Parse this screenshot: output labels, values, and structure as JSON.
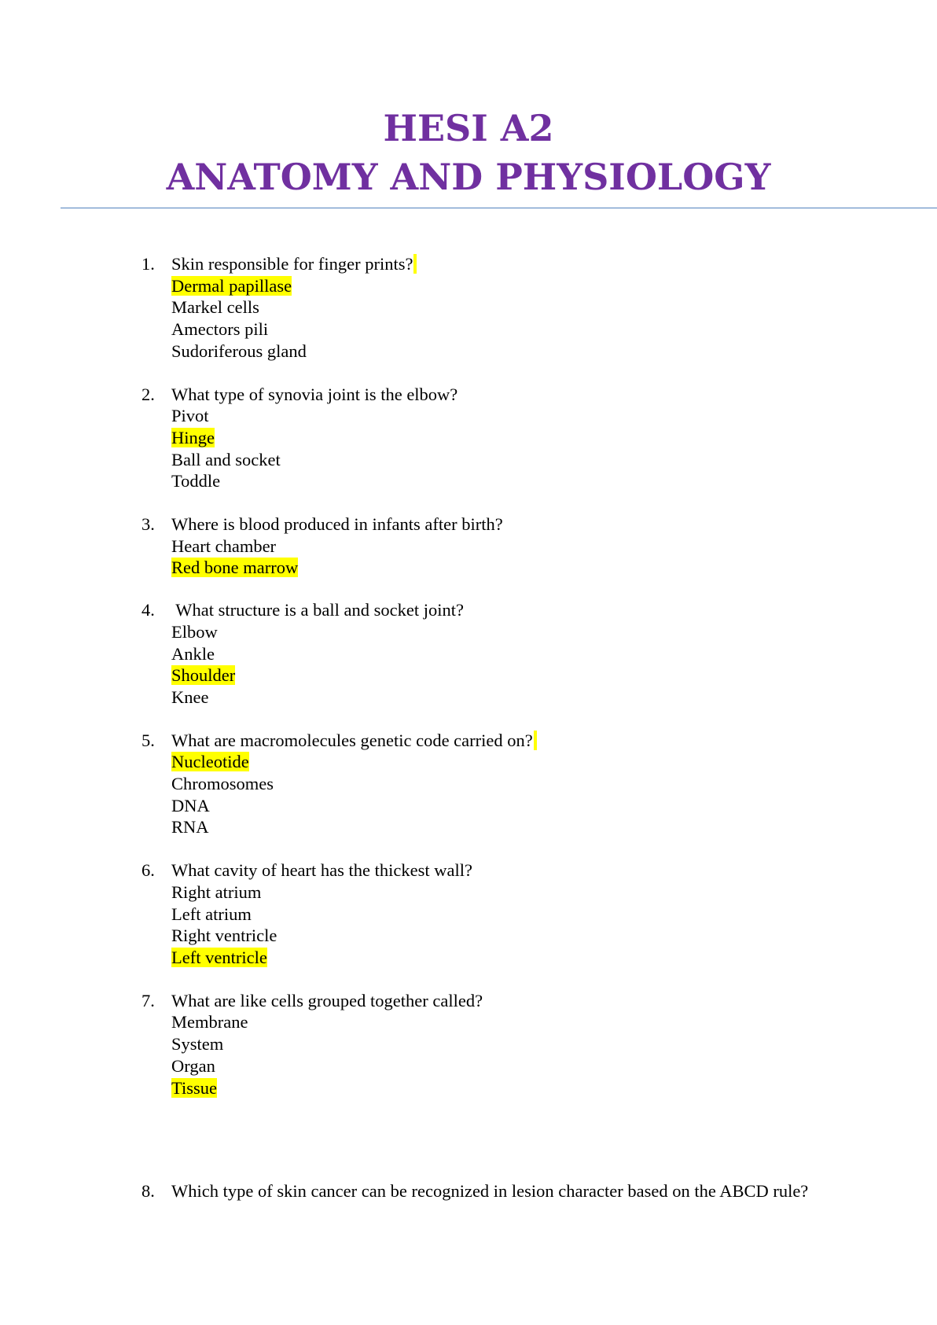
{
  "document": {
    "title_line1": "HESI A2",
    "title_line2": "ANATOMY AND PHYSIOLOGY",
    "accent_color": "#7030a0",
    "rule_color": "#4f81bd",
    "highlight_color": "#ffff00"
  },
  "questions": [
    {
      "number": "1.",
      "text": "Skin responsible for finger prints?",
      "options": [
        "Dermal papillase",
        "Markel cells",
        "Amectors pili",
        "Sudoriferous gland"
      ],
      "highlighted_option_index": 0
    },
    {
      "number": "2.",
      "text": "What type of synovia joint is the elbow?",
      "options": [
        "Pivot",
        "Hinge",
        "Ball and socket",
        "Toddle"
      ],
      "highlighted_option_index": 1
    },
    {
      "number": "3.",
      "text": "Where is blood produced in infants after birth?",
      "options": [
        "Heart chamber",
        "Red bone marrow"
      ],
      "highlighted_option_index": 1
    },
    {
      "number": "4.",
      "text": " What structure is a ball and socket joint?",
      "options": [
        "Elbow",
        "Ankle",
        "Shoulder",
        "Knee"
      ],
      "highlighted_option_index": 2
    },
    {
      "number": "5.",
      "text": "What are macromolecules genetic code carried on?",
      "options": [
        "Nucleotide",
        "Chromosomes",
        "DNA",
        "RNA"
      ],
      "highlighted_option_index": 0
    },
    {
      "number": "6.",
      "text": "What cavity of heart has the thickest wall?",
      "options": [
        "Right atrium",
        "Left atrium",
        "Right ventricle",
        "Left ventricle"
      ],
      "highlighted_option_index": 3
    },
    {
      "number": "7.",
      "text": "What are like cells grouped together called?",
      "options": [
        "Membrane",
        "System",
        "Organ",
        "Tissue"
      ],
      "highlighted_option_index": 3
    },
    {
      "number": "8.",
      "text": "Which type of skin cancer can be recognized in lesion character based on the ABCD rule?",
      "options": [],
      "highlighted_option_index": null
    }
  ]
}
